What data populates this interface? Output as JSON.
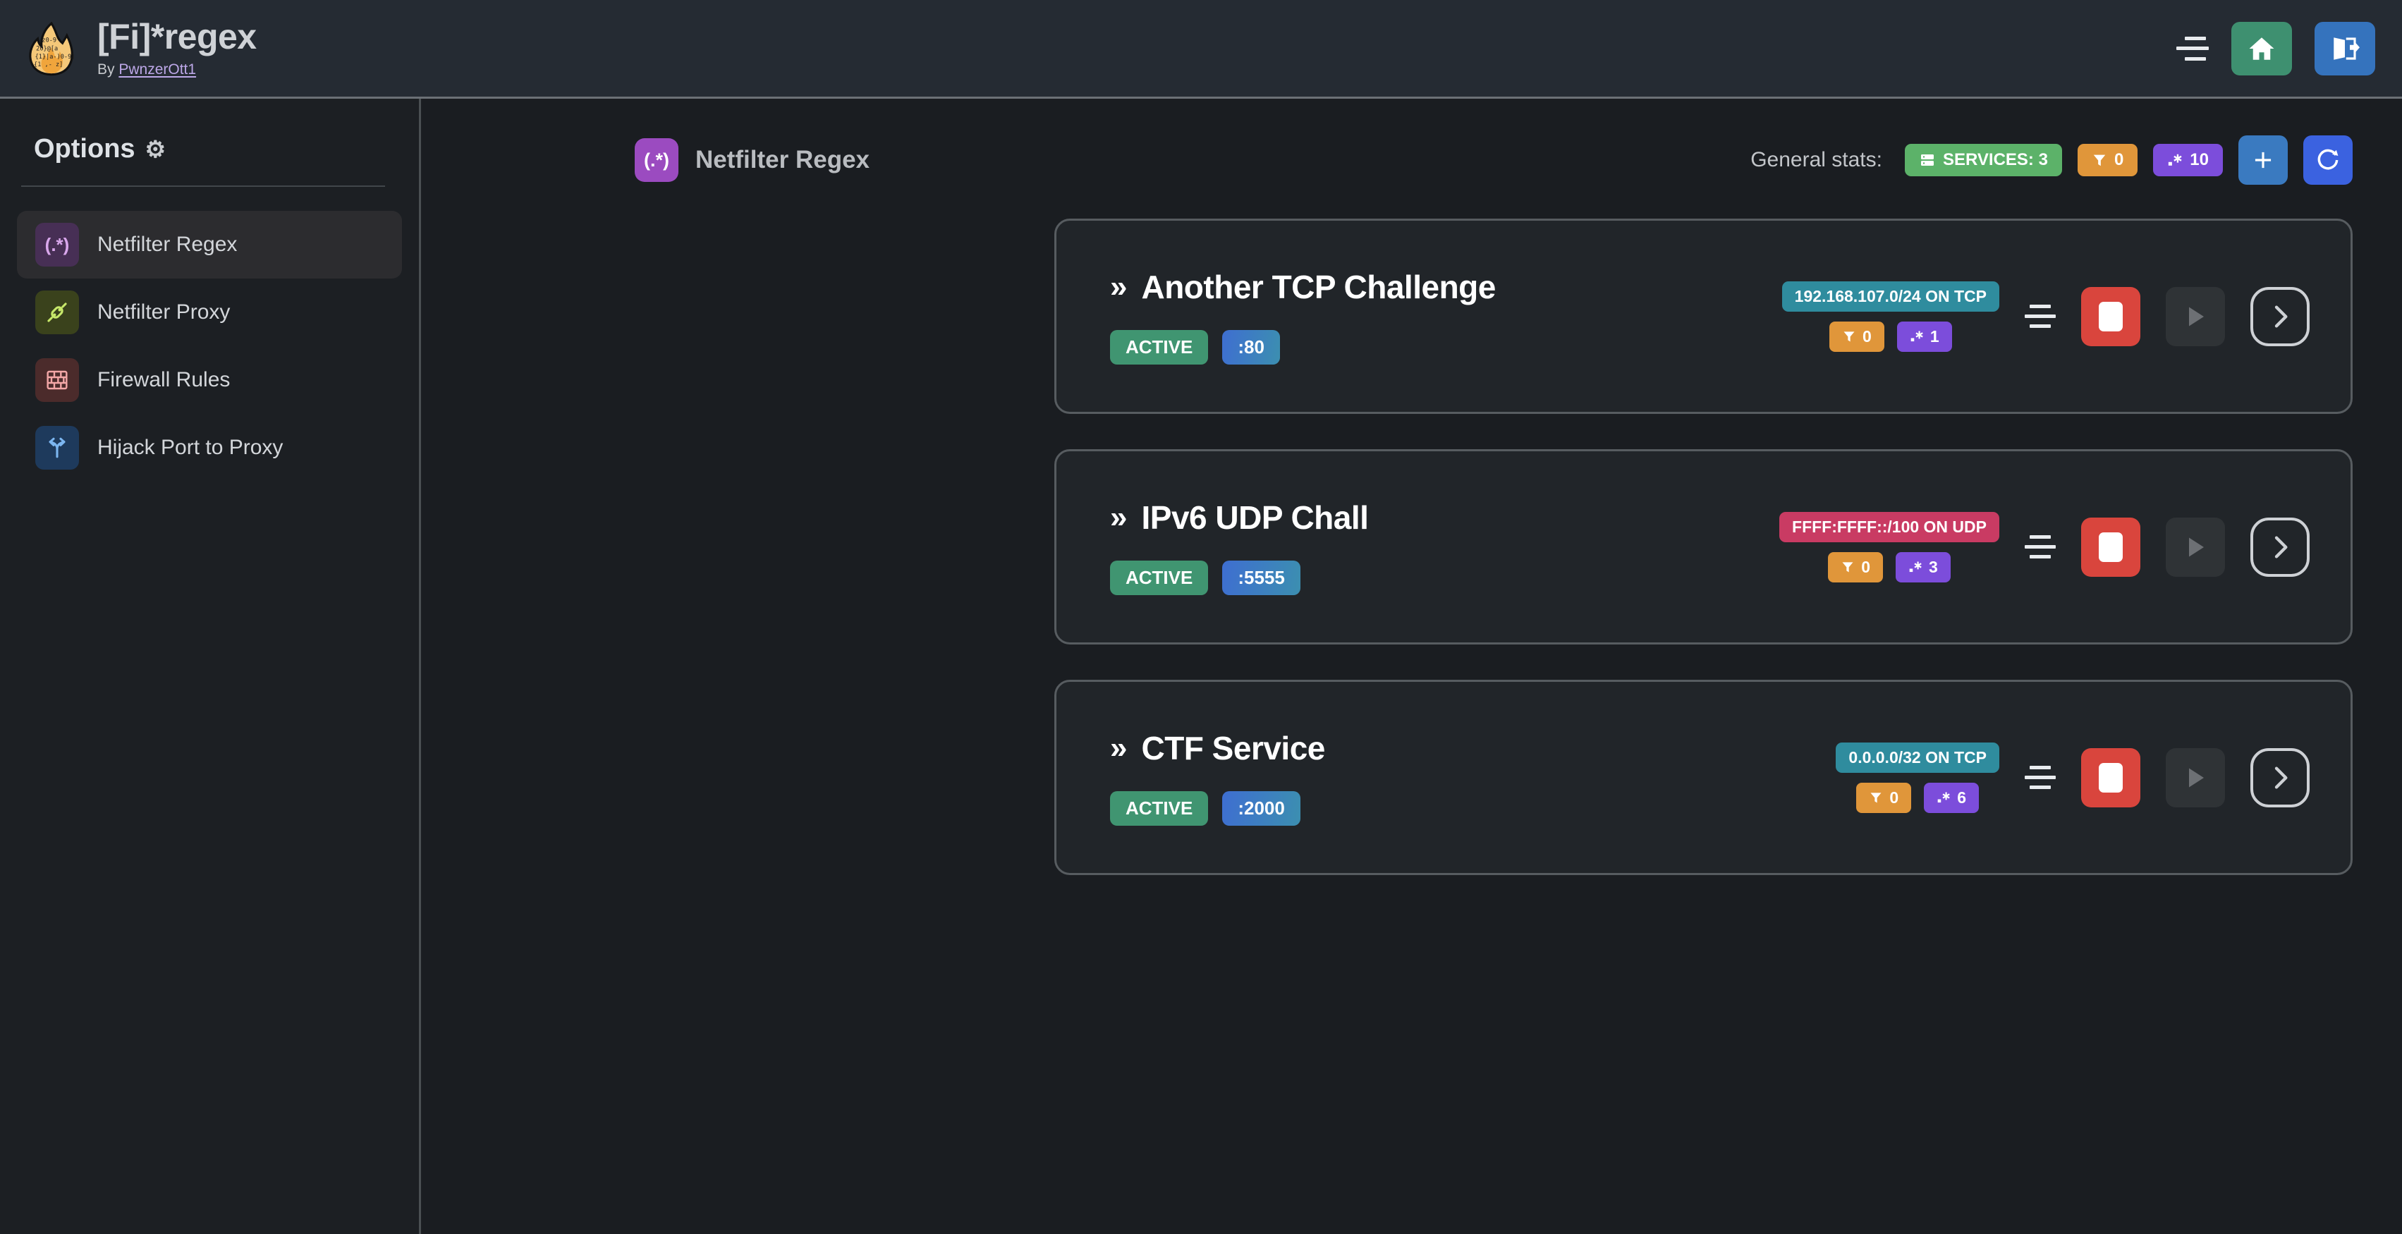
{
  "header": {
    "title": "[Fi]*regex",
    "by_prefix": "By ",
    "author": "PwnzerOtt1",
    "menu_icon": "hamburger-icon",
    "home_icon": "home-icon",
    "logout_icon": "logout-icon",
    "colors": {
      "home": "#3e9070",
      "logout": "#3573bd",
      "bar": "#252b33"
    }
  },
  "sidebar": {
    "title": "Options",
    "gear_icon": "gear-icon",
    "items": [
      {
        "label": "Netfilter Regex",
        "icon": "regex-icon",
        "glyph": "(.*)",
        "active": true
      },
      {
        "label": "Netfilter Proxy",
        "icon": "plug-icon",
        "glyph": "⚭",
        "active": false
      },
      {
        "label": "Firewall Rules",
        "icon": "brick-wall-icon",
        "glyph": "☷",
        "active": false
      },
      {
        "label": "Hijack Port to Proxy",
        "icon": "fork-arrow-icon",
        "glyph": "⥄",
        "active": false
      }
    ]
  },
  "main": {
    "page_icon": "regex-icon",
    "page_icon_glyph": "(.*)",
    "page_title": "Netfilter Regex",
    "stats": {
      "label": "General stats:",
      "services": {
        "text": "SERVICES: 3",
        "icon": "server-icon",
        "color": "#5cb269"
      },
      "filters": {
        "text": "0",
        "icon": "filter-icon",
        "color": "#e0963a"
      },
      "regexes": {
        "text": "10",
        "icon": "regex-dot-star-icon",
        "color": "#7c4ddb"
      },
      "add_button": {
        "label": "+",
        "icon": "plus-icon",
        "color": "#3a7ac0"
      },
      "refresh_button": {
        "label": "↻",
        "icon": "refresh-icon",
        "color": "#3b62e0"
      }
    },
    "services": [
      {
        "chevron": "»",
        "name": "Another TCP Challenge",
        "status": "ACTIVE",
        "port": ":80",
        "network": "192.168.107.0/24 ON TCP",
        "network_type": "tcp",
        "filters": "0",
        "regexes": "1",
        "drag_icon": "drag-handle-icon",
        "stop_icon": "stop-icon",
        "play_icon": "play-icon",
        "open_icon": "chevron-right-icon"
      },
      {
        "chevron": "»",
        "name": "IPv6 UDP Chall",
        "status": "ACTIVE",
        "port": ":5555",
        "network": "FFFF:FFFF::/100 ON UDP",
        "network_type": "udp",
        "filters": "0",
        "regexes": "3",
        "drag_icon": "drag-handle-icon",
        "stop_icon": "stop-icon",
        "play_icon": "play-icon",
        "open_icon": "chevron-right-icon"
      },
      {
        "chevron": "»",
        "name": "CTF Service",
        "status": "ACTIVE",
        "port": ":2000",
        "network": "0.0.0.0/32 ON TCP",
        "network_type": "tcp",
        "filters": "0",
        "regexes": "6",
        "drag_icon": "drag-handle-icon",
        "stop_icon": "stop-icon",
        "play_icon": "play-icon",
        "open_icon": "chevron-right-icon"
      }
    ]
  }
}
